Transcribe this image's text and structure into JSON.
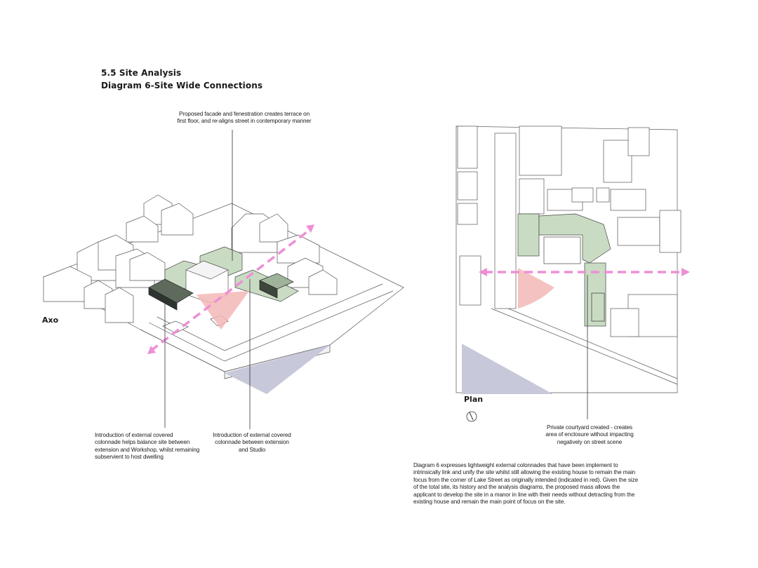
{
  "header": {
    "section": "5.5 Site Analysis",
    "diagram": "Diagram 6-Site Wide Connections"
  },
  "axo": {
    "label": "Axo",
    "note_top": "Proposed facade and fenestration creates terrace on first floor, and re-aligns street in contemporary manner",
    "note_left": "Introduction of external covered colonnade helps balance site between extension and Workshop, whilst remaining subservient to host dwelling",
    "note_mid": "Introduction of external covered colonnade between extension and Studio"
  },
  "plan": {
    "label": "Plan",
    "note_courtyard": "Private courtyard created - creates area of enclosure without impacting negatively on street scene",
    "icon": "north-arrow-icon"
  },
  "description": "Diagram 6 expresses lightweight external colonnades that have been implement to intrinsically link and unify the site whilst still allowing the existing house to remain the main focus from the corner of Lake Street as originally intended (indicated in red). Given the size of the total site, its history and the analysis diagrams, the proposed mass allows the applicant to develop the site in a manor in line with their needs without detracting from the existing house and remain the main point of focus on the site.",
  "colors": {
    "green": "#c9dcc3",
    "pink": "#ee8fd6",
    "red_cone": "#f3b7b7",
    "shadow": "#c7c9da",
    "line": "#555555"
  }
}
